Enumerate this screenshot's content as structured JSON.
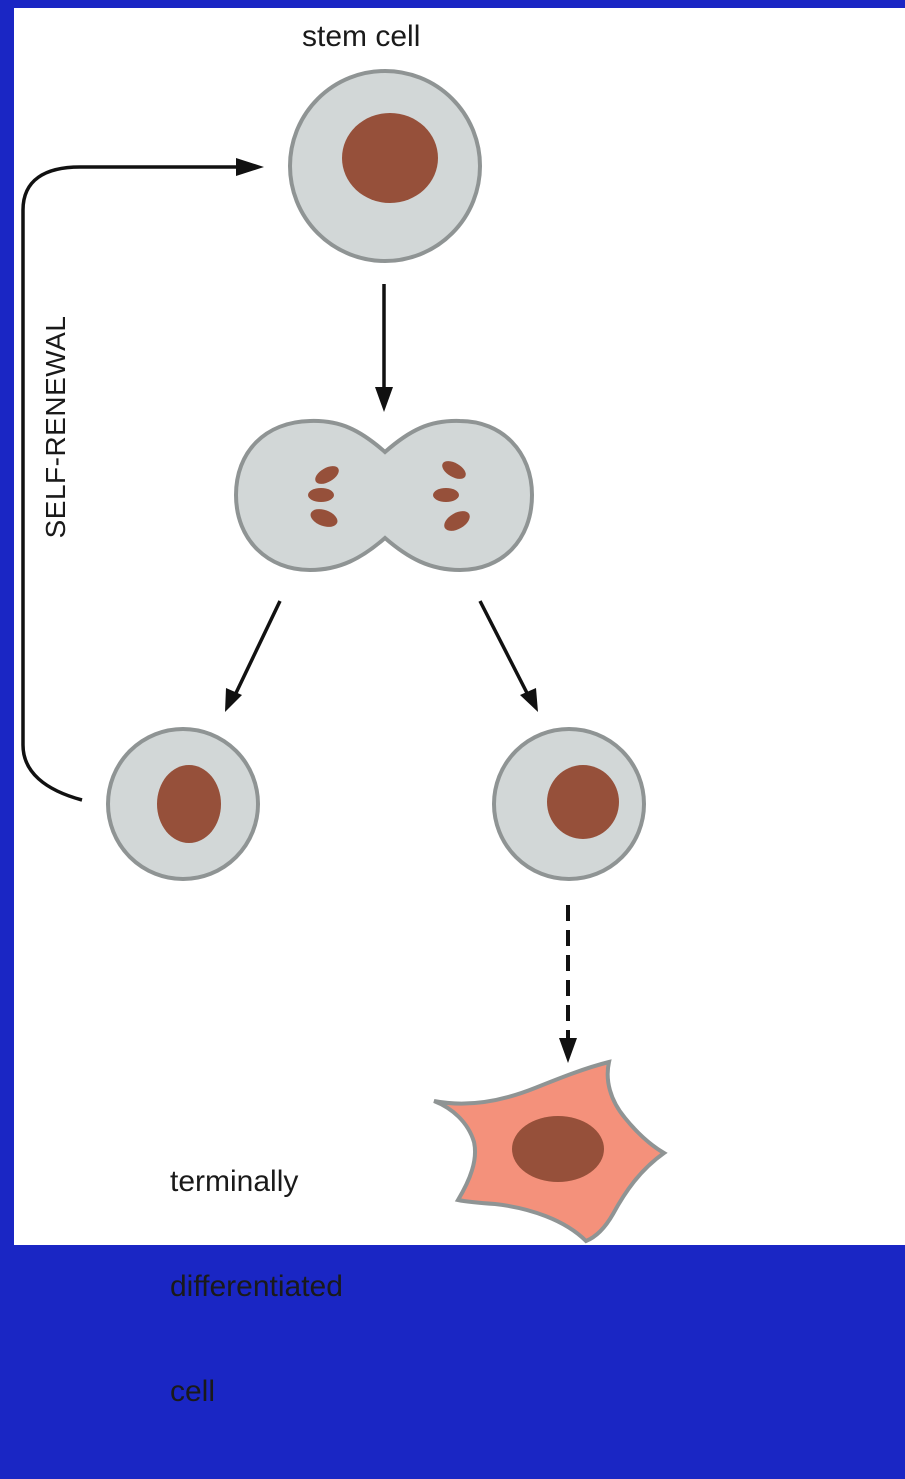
{
  "colors": {
    "slide_background": "#1a26c4",
    "panel": "#ffffff",
    "cell_fill": "#d2d7d7",
    "cell_outline": "#8f9494",
    "nucleus": "#96503a",
    "differentiated_cell_fill": "#f4917b",
    "arrow": "#111111"
  },
  "labels": {
    "stem_cell": "stem cell",
    "self_renewal": "SELF-RENEWAL",
    "terminal_line1": "terminally",
    "terminal_line2": "differentiated",
    "terminal_line3": "cell"
  },
  "arrows": {
    "self_renewal_loop": "solid",
    "stem_to_dividing": "solid",
    "dividing_to_daughters": "solid",
    "daughter_to_differentiated": "dashed"
  }
}
